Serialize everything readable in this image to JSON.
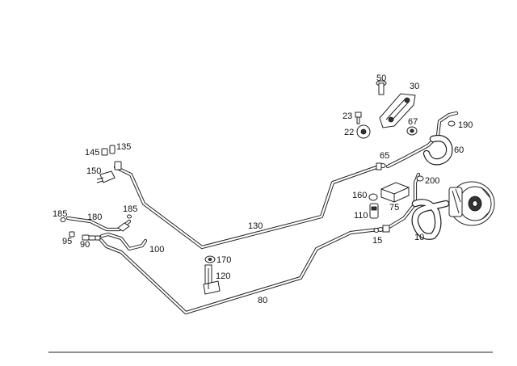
{
  "labels": {
    "p10": "10",
    "p15": "15",
    "p22": "22",
    "p23": "23",
    "p30": "30",
    "p50": "50",
    "p60": "60",
    "p65": "65",
    "p67": "67",
    "p75": "75",
    "p80": "80",
    "p90": "90",
    "p95": "95",
    "p100": "100",
    "p110": "110",
    "p120": "120",
    "p130": "130",
    "p135": "135",
    "p145": "145",
    "p150": "150",
    "p160": "160",
    "p170": "170",
    "p180": "180",
    "p185a": "185",
    "p185b": "185",
    "p190": "190",
    "p200": "200"
  }
}
